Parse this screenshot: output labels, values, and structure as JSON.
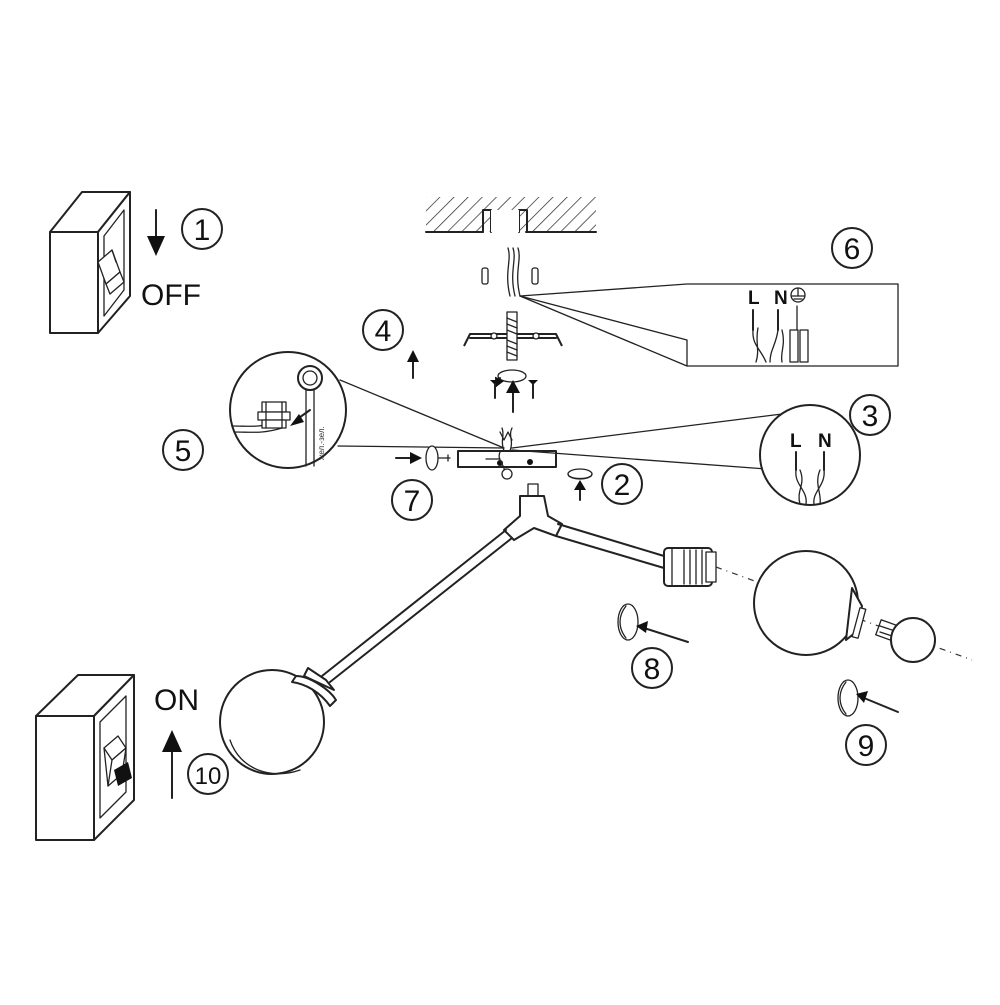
{
  "steps": [
    {
      "number": "1"
    },
    {
      "number": "2"
    },
    {
      "number": "3"
    },
    {
      "number": "4"
    },
    {
      "number": "5"
    },
    {
      "number": "6"
    },
    {
      "number": "7"
    },
    {
      "number": "8"
    },
    {
      "number": "9"
    },
    {
      "number": "10"
    }
  ],
  "switch_off": {
    "label": "OFF"
  },
  "switch_on": {
    "label": "ON"
  },
  "wiring_6": {
    "live": "L",
    "neutral": "N"
  },
  "wiring_3": {
    "live": "L",
    "neutral": "N"
  },
  "detail_5": {
    "wire_text": "жел.-зел."
  },
  "colors": {
    "line": "#222222",
    "background": "#ffffff"
  }
}
